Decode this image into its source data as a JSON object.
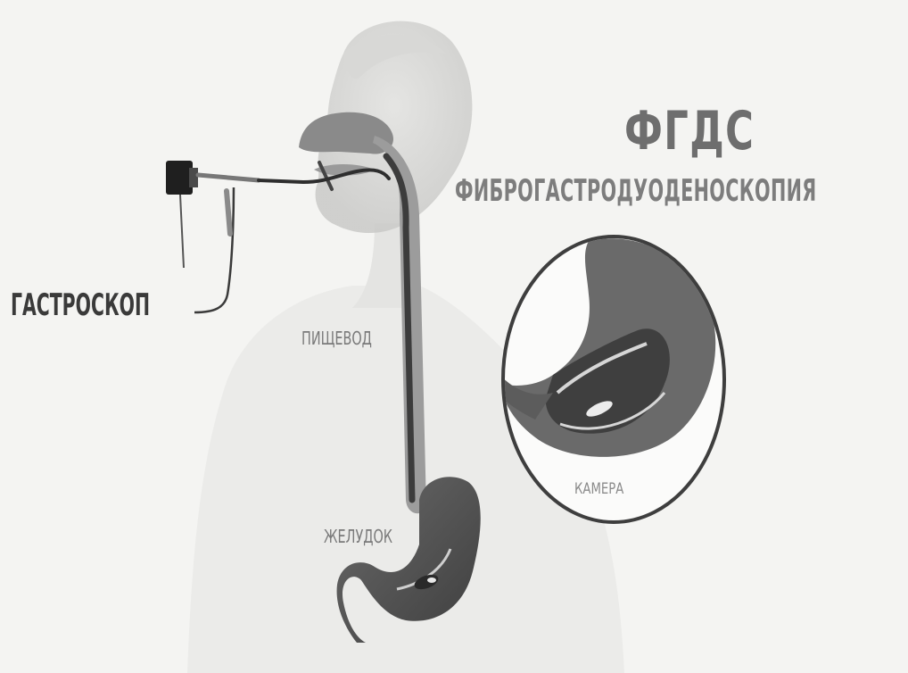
{
  "diagram": {
    "title": "ФГДС",
    "subtitle": "ФИБРОГАСТРОДУОДЕНОСКОПИЯ",
    "labels": {
      "gastroscope": "ГАСТРОСКОП",
      "esophagus": "ПИЩЕВОД",
      "stomach": "ЖЕЛУДОК",
      "camera": "КАМЕРА"
    }
  },
  "colors": {
    "background": "#f4f4f2",
    "body_silhouette": "#e6e6e4",
    "organ_dark": "#555555",
    "organ_mid": "#7a7a7a",
    "tube": "#2e2e2e",
    "title_text": "#6e6e6e"
  },
  "icons": [
    "gastroscope-handle-icon",
    "magnifier-circle-icon"
  ]
}
